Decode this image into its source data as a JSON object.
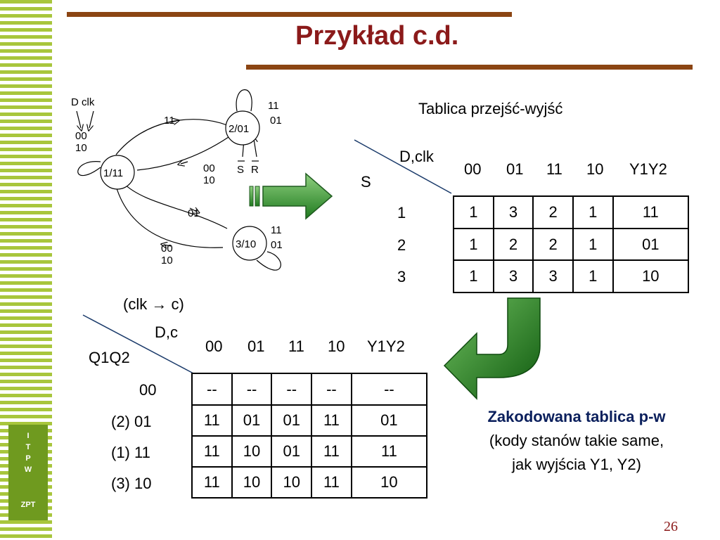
{
  "title": "Przykład c.d.",
  "page_number": "26",
  "logo": {
    "letters": [
      "I",
      "T",
      "P",
      "W"
    ],
    "sub": "ZPT"
  },
  "diagram": {
    "input_label": "D clk",
    "states": [
      {
        "label": "1/11"
      },
      {
        "label": "2/01"
      },
      {
        "label": "3/10"
      }
    ],
    "edge_labels": {
      "s1_self": [
        "00",
        "10"
      ],
      "s1_to_s2": "11",
      "s2_to_s1": [
        "00",
        "10"
      ],
      "s2_self": [
        "11",
        "01"
      ],
      "s1_to_s3": "01",
      "s3_to_s1": [
        "00",
        "10"
      ],
      "s3_self": [
        "11",
        "01"
      ],
      "s_bar": "S",
      "r_bar": "R"
    }
  },
  "table1": {
    "caption": "Tablica przejść-wyjść",
    "corner_top": "D,clk",
    "corner_left": "S",
    "columns": [
      "00",
      "01",
      "11",
      "10",
      "Y1Y2"
    ],
    "rows": [
      {
        "label": "1",
        "cells": [
          "1",
          "3",
          "2",
          "1",
          "11"
        ]
      },
      {
        "label": "2",
        "cells": [
          "1",
          "2",
          "2",
          "1",
          "01"
        ]
      },
      {
        "label": "3",
        "cells": [
          "1",
          "3",
          "3",
          "1",
          "10"
        ]
      }
    ]
  },
  "table2": {
    "note": "(clk → c)",
    "corner_top": "D,c",
    "corner_left": "Q1Q2",
    "columns": [
      "00",
      "01",
      "11",
      "10",
      "Y1Y2"
    ],
    "rows": [
      {
        "label": "00",
        "cells": [
          "--",
          "--",
          "--",
          "--",
          "--"
        ]
      },
      {
        "label": "(2) 01",
        "cells": [
          "11",
          "01",
          "01",
          "11",
          "01"
        ]
      },
      {
        "label": "(1) 11",
        "cells": [
          "11",
          "10",
          "01",
          "11",
          "11"
        ]
      },
      {
        "label": "(3) 10",
        "cells": [
          "11",
          "10",
          "10",
          "11",
          "10"
        ]
      }
    ]
  },
  "caption": {
    "bold": "Zakodowana tablica p-w",
    "line2": "(kody stanów takie same,",
    "line3": "jak wyjścia Y1, Y2)"
  },
  "colors": {
    "title": "#8b1a1a",
    "rule": "#8b4513",
    "stripe": "#a8c63c",
    "arrow": "#1f7a1f"
  }
}
